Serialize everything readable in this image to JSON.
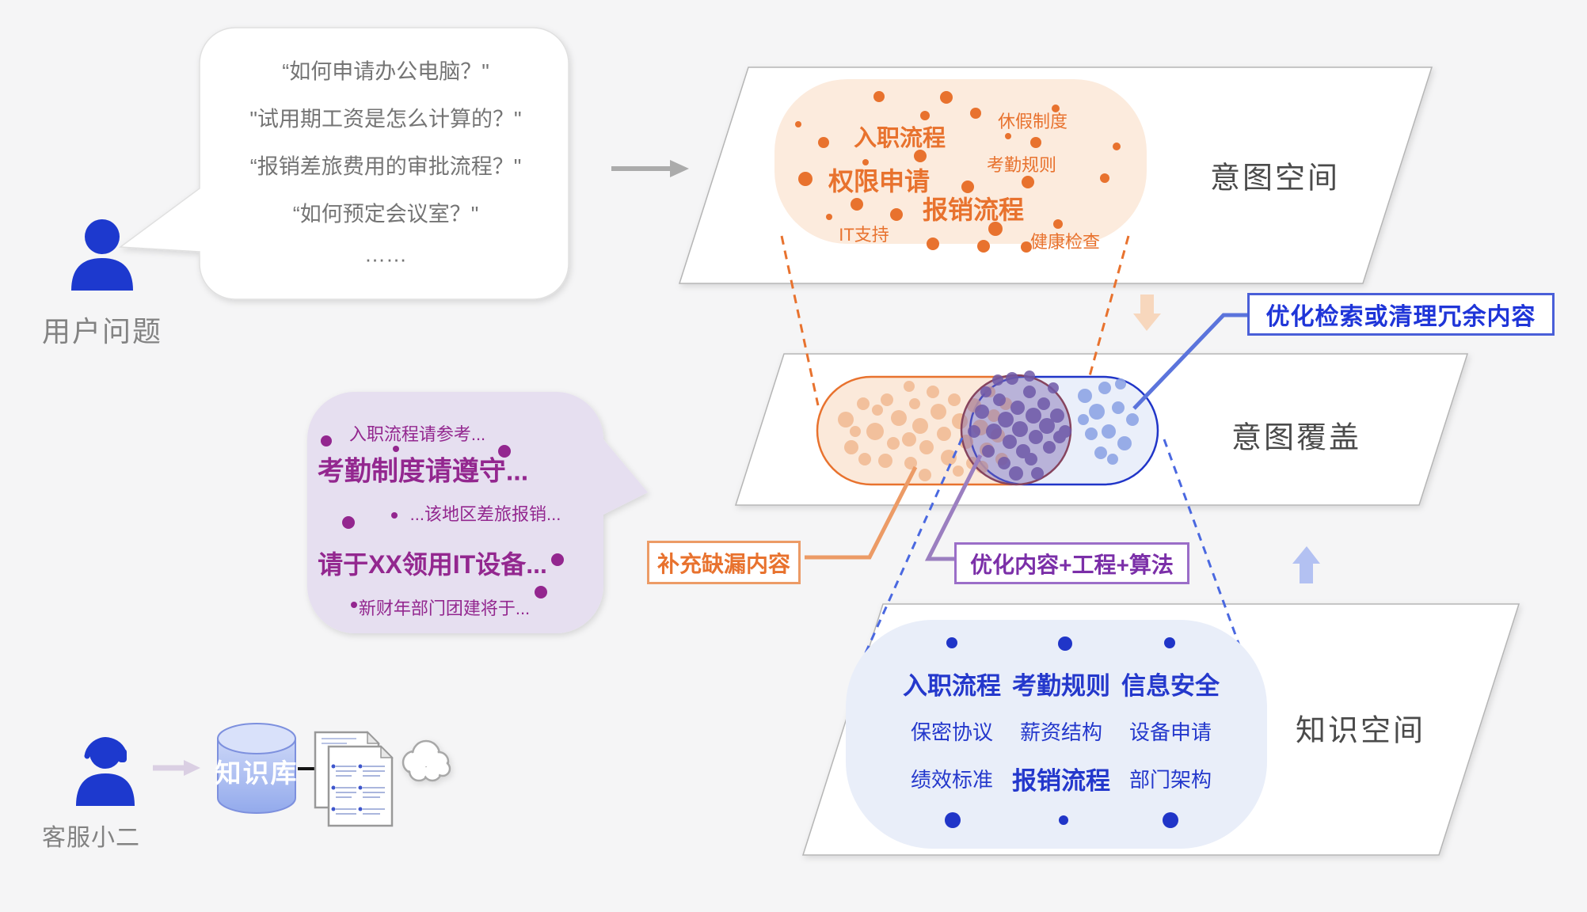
{
  "user_section": {
    "label": "用户问题",
    "bubble_lines": [
      "“如何申请办公电脑？\"",
      "\"试用期工资是怎么计算的？\"",
      "“报销差旅费用的审批流程？\"",
      "“如何预定会议室？\"",
      "……"
    ]
  },
  "agent_section": {
    "label": "客服小二",
    "kb_label": "知识库"
  },
  "answer_bubble": {
    "lines": [
      "入职流程请参考...",
      "考勤制度请遵守...",
      "...该地区差旅报销...",
      "请于XX领用IT设备...",
      "新财年部门团建将于..."
    ]
  },
  "intent_space": {
    "title": "意图空间",
    "topics": {
      "onboarding": "入职流程",
      "vacation": "休假制度",
      "attendance": "考勤规则",
      "permission": "权限申请",
      "reimbursement": "报销流程",
      "it_support": "IT支持",
      "health_check": "健康检查"
    }
  },
  "coverage_space": {
    "title": "意图覆盖"
  },
  "knowledge_space": {
    "title": "知识空间",
    "topics": [
      "入职流程",
      "考勤规则",
      "信息安全",
      "保密协议",
      "薪资结构",
      "设备申请",
      "绩效标准",
      "报销流程",
      "部门架构"
    ]
  },
  "callouts": {
    "optimize_retrieval": "优化检索或清理冗余内容",
    "supplement_missing": "补充缺漏内容",
    "optimize_content": "优化内容+工程+算法"
  },
  "colors": {
    "orange": "#E8722E",
    "blue": "#2438CC",
    "purple": "#7B2FA8",
    "magenta": "#93278F",
    "title_gray": "#4A4A4A"
  }
}
